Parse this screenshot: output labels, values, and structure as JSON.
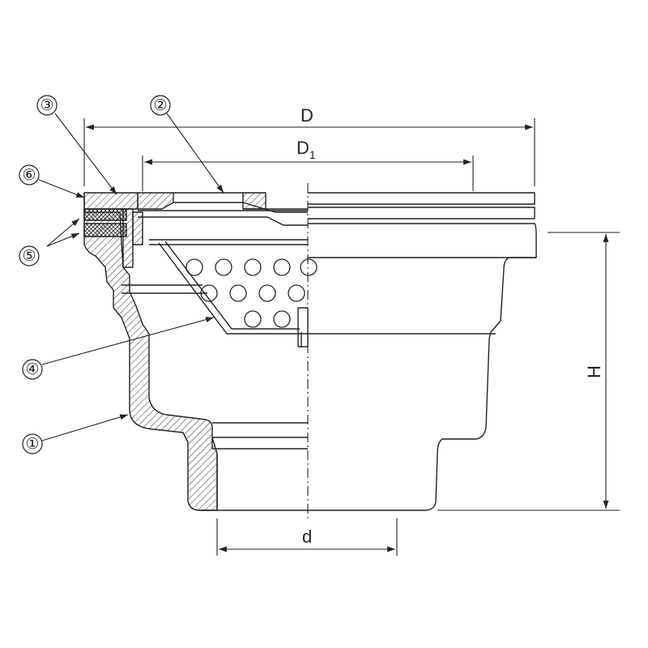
{
  "dimensions": {
    "D": "D",
    "D1_main": "D",
    "D1_sub": "1",
    "H": "H",
    "d": "d"
  },
  "callouts": [
    {
      "id": "1",
      "text": "①"
    },
    {
      "id": "2",
      "text": "②"
    },
    {
      "id": "3",
      "text": "③"
    },
    {
      "id": "4",
      "text": "④"
    },
    {
      "id": "5",
      "text": "⑤"
    },
    {
      "id": "6",
      "text": "⑥"
    }
  ],
  "colors": {
    "line": "#222222",
    "background": "#ffffff"
  }
}
